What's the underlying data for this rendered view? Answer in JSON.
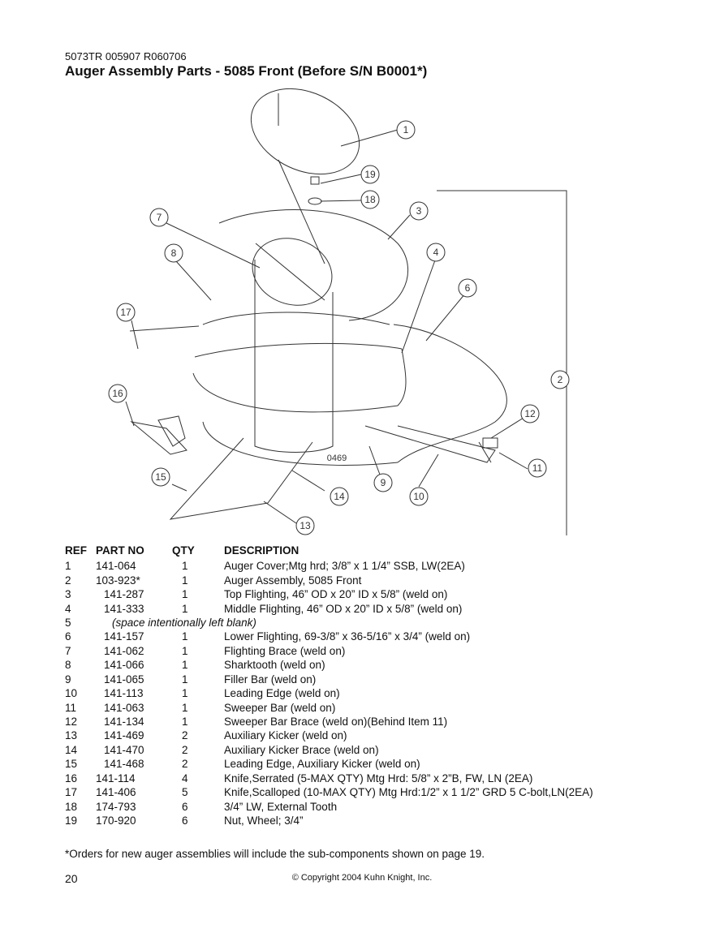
{
  "header": {
    "doc_code": "5073TR 005907 R060706",
    "title": "Auger Assembly Parts - 5085 Front (Before S/N B0001*)"
  },
  "diagram": {
    "callouts": [
      "1",
      "2",
      "3",
      "4",
      "6",
      "7",
      "8",
      "9",
      "10",
      "11",
      "12",
      "13",
      "14",
      "15",
      "16",
      "17",
      "18",
      "19"
    ],
    "drawing_number": "0469"
  },
  "table": {
    "headers": [
      "REF",
      "PART NO",
      "QTY",
      "DESCRIPTION"
    ],
    "rows": [
      {
        "ref": "1",
        "part": "141-064",
        "qty": "1",
        "desc": "Auger Cover;Mtg hrd; 3/8” x 1 1/4” SSB, LW(2EA)",
        "indent": false
      },
      {
        "ref": "2",
        "part": "103-923*",
        "qty": "1",
        "desc": "Auger Assembly, 5085 Front",
        "indent": false
      },
      {
        "ref": "3",
        "part": "141-287",
        "qty": "1",
        "desc": "Top Flighting, 46” OD x 20” ID x 5/8” (weld on)",
        "indent": true
      },
      {
        "ref": "4",
        "part": "141-333",
        "qty": "1",
        "desc": "Middle Flighting, 46” OD x 20” ID x 5/8” (weld on)",
        "indent": true
      },
      {
        "ref": "5",
        "part": "",
        "qty": "",
        "desc": "(space intentionally left blank)",
        "indent": false,
        "blank": true
      },
      {
        "ref": "6",
        "part": "141-157",
        "qty": "1",
        "desc": "Lower Flighting, 69-3/8” x 36-5/16” x 3/4”  (weld on)",
        "indent": true
      },
      {
        "ref": "7",
        "part": "141-062",
        "qty": "1",
        "desc": "Flighting Brace (weld on)",
        "indent": true
      },
      {
        "ref": "8",
        "part": "141-066",
        "qty": "1",
        "desc": "Sharktooth (weld on)",
        "indent": true
      },
      {
        "ref": "9",
        "part": "141-065",
        "qty": "1",
        "desc": "Filler Bar (weld on)",
        "indent": true
      },
      {
        "ref": "10",
        "part": "141-113",
        "qty": "1",
        "desc": "Leading Edge (weld on)",
        "indent": true
      },
      {
        "ref": "11",
        "part": "141-063",
        "qty": "1",
        "desc": "Sweeper Bar (weld on)",
        "indent": true
      },
      {
        "ref": "12",
        "part": "141-134",
        "qty": "1",
        "desc": "Sweeper Bar Brace (weld on)(Behind Item 11)",
        "indent": true
      },
      {
        "ref": "13",
        "part": "141-469",
        "qty": "2",
        "desc": "Auxiliary Kicker (weld on)",
        "indent": true
      },
      {
        "ref": "14",
        "part": "141-470",
        "qty": "2",
        "desc": "Auxiliary Kicker Brace (weld on)",
        "indent": true
      },
      {
        "ref": "15",
        "part": "141-468",
        "qty": "2",
        "desc": "Leading Edge, Auxiliary Kicker (weld on)",
        "indent": true
      },
      {
        "ref": "16",
        "part": "141-114",
        "qty": "4",
        "desc": "Knife,Serrated (5-MAX QTY) Mtg Hrd: 5/8” x 2”B, FW, LN (2EA)",
        "indent": false
      },
      {
        "ref": "17",
        "part": "141-406",
        "qty": "5",
        "desc": "Knife,Scalloped (10-MAX QTY) Mtg Hrd:1/2” x 1 1/2” GRD 5 C-bolt,LN(2EA)",
        "indent": false
      },
      {
        "ref": "18",
        "part": "174-793",
        "qty": "6",
        "desc": "3/4” LW, External Tooth",
        "indent": false
      },
      {
        "ref": "19",
        "part": "170-920",
        "qty": "6",
        "desc": "Nut, Wheel; 3/4”",
        "indent": false
      }
    ]
  },
  "footer": {
    "footnote": "*Orders for new auger assemblies will include the sub-components shown on page 19.",
    "page_number": "20",
    "copyright": "© Copyright 2004 Kuhn Knight, Inc."
  }
}
